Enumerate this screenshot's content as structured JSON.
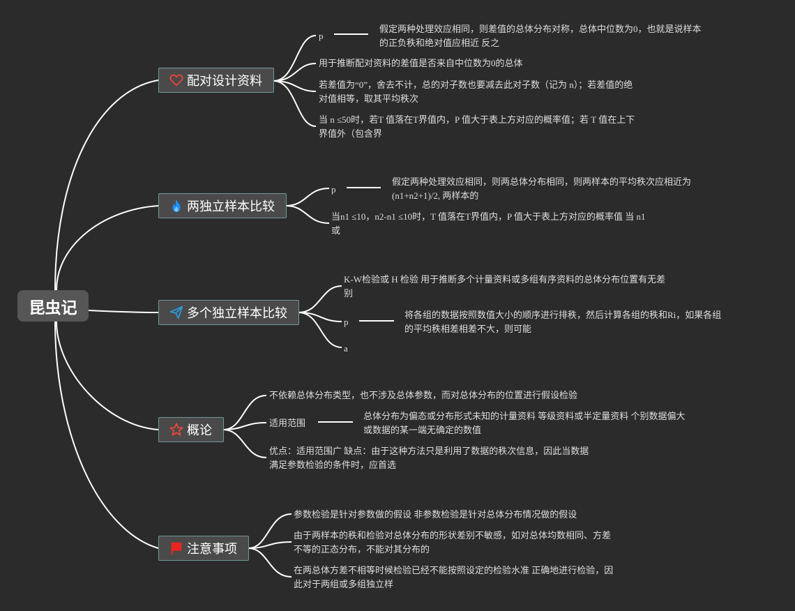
{
  "root": {
    "label": "昆虫记"
  },
  "topics": [
    {
      "label": "配对设计资料",
      "icon": "heart-icon",
      "items": [
        {
          "text": "p",
          "detail": "假定两种处理效应相同，则差值的总体分布对称，总体中位数为0，也就是说样本\n的正负秩和绝对值应相近 反之"
        },
        {
          "text": "用于推断配对资料的差值是否来自中位数为0的总体"
        },
        {
          "text": "若差值为“0”，舍去不计，总的对子数也要减去此对子数（记为 n）；若差值的绝\n对值相等，取其平均秩次"
        },
        {
          "text": "当 n ≤50时，若T 值落在T界值内，P 值大于表上方对应的概率值；若 T 值在上下\n界值外（包含界"
        }
      ]
    },
    {
      "label": "两独立样本比较",
      "icon": "flame-icon",
      "items": [
        {
          "text": "p",
          "detail": "假定两种处理效应相同，则两总体分布相同，则两样本的平均秩次应相近为\n(n1+n2+1)/2, 两样本的"
        },
        {
          "text": "当n1 ≤10，n2-n1 ≤10时，T 值落在T界值内，P 值大于表上方对应的概率值 当 n1\n或"
        }
      ]
    },
    {
      "label": "多个独立样本比较",
      "icon": "paper-plane-icon",
      "items": [
        {
          "text": "K-W检验或 H 检验 用于推断多个计量资料或多组有序资料的总体分布位置有无差\n别"
        },
        {
          "text": "p",
          "detail": "将各组的数据按照数值大小的顺序进行排秩，然后计算各组的秩和Ri，如果各组\n的平均秩相差相差不大，则可能"
        },
        {
          "text": "a"
        }
      ]
    },
    {
      "label": "概论",
      "icon": "star-icon",
      "items": [
        {
          "text": "不依赖总体分布类型，也不涉及总体参数，而对总体分布的位置进行假设检验"
        },
        {
          "text": "适用范围",
          "detail": "总体分布为偏态或分布形式未知的计量资料 等级资料或半定量资料 个别数据偏大\n或数据的某一端无确定的数值"
        },
        {
          "text": "优点：适用范围广 缺点：由于这种方法只是利用了数据的秩次信息，因此当数据\n满足参数检验的条件时，应首选"
        }
      ]
    },
    {
      "label": "注意事项",
      "icon": "flag-icon",
      "items": [
        {
          "text": "参数检验是针对参数做的假设 非参数检验是针对总体分布情况做的假设"
        },
        {
          "text": "由于两样本的秩和检验对总体分布的形状差别不敏感，如对总体均数相同、方差\n不等的正态分布，不能对其分布的"
        },
        {
          "text": "在两总体方差不相等时候检验已经不能按照设定的检验水准 正确地进行检验，因\n此对于两组或多组独立样"
        }
      ]
    }
  ],
  "colors": {
    "background": "#2b2b2b",
    "root_fill": "#565656",
    "topic_fill": "#4a4a4a",
    "topic_border": "#6f9a98",
    "connector": "#ffffff",
    "heart": "#e8453c",
    "flame": "#1e90ff",
    "plane": "#2a9bd7",
    "star": "#e8453c",
    "flag": "#e8251f"
  }
}
